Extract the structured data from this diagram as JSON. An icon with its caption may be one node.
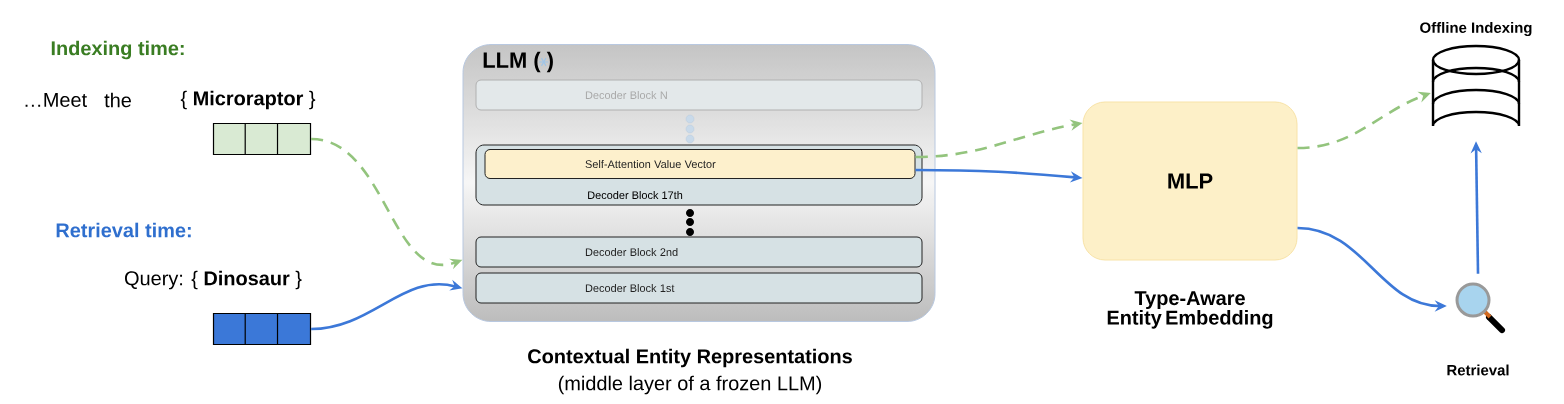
{
  "diagram": {
    "nodes": [
      {
        "text": [],
        "shape": "bar"
      },
      {
        "text": [],
        "shape": "bar"
      },
      {
        "text": [
          "LLM ( )"
        ],
        "beside": [
          "Contextual Entity Representations",
          "(middle layer of a frozen LLM)"
        ]
      },
      {
        "text": [
          "Decoder Block N"
        ],
        "in": 2
      },
      {
        "text": [
          "Decoder Block 17th"
        ],
        "in": 2
      },
      {
        "text": [
          "Self-Attention Value Vector"
        ],
        "in": 4
      },
      {
        "text": [
          "Decoder Block 2nd"
        ],
        "in": 2
      },
      {
        "text": [
          "Decoder Block 1st"
        ],
        "in": 2
      },
      {
        "text": [
          "MLP"
        ],
        "beside": [
          "Type-Aware Entity Embedding"
        ]
      },
      {
        "text": [],
        "shape": "cylinder",
        "beside": [
          "Offline Indexing"
        ]
      },
      {
        "text": [],
        "shape": "picture",
        "beside": [
          "Retrieval"
        ]
      }
    ],
    "edges": [
      {
        "from": 0,
        "to": 2,
        "arrow": "to",
        "style": "dashed",
        "color": "#93c47d"
      },
      {
        "from": 1,
        "to": 2,
        "arrow": "to"
      },
      {
        "from": 5,
        "to": 8,
        "arrow": "to",
        "style": "dashed",
        "color": "#93c47d"
      },
      {
        "from": 5,
        "to": 8,
        "arrow": "to"
      },
      {
        "from": 8,
        "to": 9,
        "arrow": "to",
        "style": "dashed",
        "color": "#93c47d"
      },
      {
        "from": 8,
        "to": 10,
        "arrow": "to"
      },
      {
        "from": 10,
        "to": 9,
        "arrow": "to"
      }
    ],
    "labels": [
      "Indexing time:",
      "…Meet",
      "the",
      "{ **Microraptor** }",
      "Retrieval time:",
      "Query: { **Dinosaur** }"
    ]
  }
}
